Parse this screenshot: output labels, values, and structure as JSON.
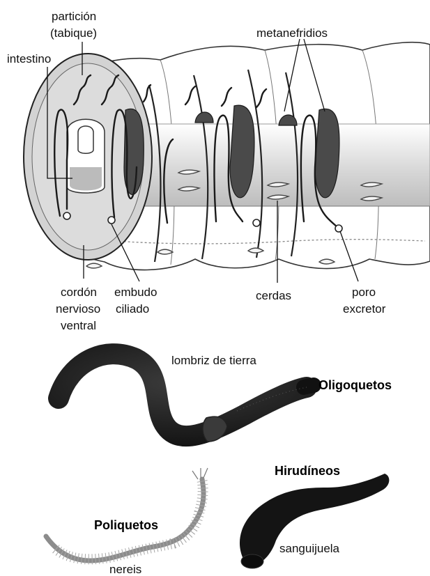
{
  "diagram": {
    "labels": {
      "particion": [
        "partición",
        "(tabique)"
      ],
      "intestino": "intestino",
      "metanefridios": "metanefridios",
      "cordon": [
        "cordón",
        "nervioso",
        "ventral"
      ],
      "embudo": [
        "embudo",
        "ciliado"
      ],
      "cerdas": "cerdas",
      "poro": [
        "poro",
        "excretor"
      ]
    }
  },
  "specimens": {
    "earthworm": {
      "common_name": "lombriz de tierra",
      "group": "Oligoquetos"
    },
    "leech": {
      "common_name": "sanguijuela",
      "group": "Hirudíneos"
    },
    "nereis": {
      "common_name": "nereis",
      "group": "Poliquetos"
    }
  }
}
